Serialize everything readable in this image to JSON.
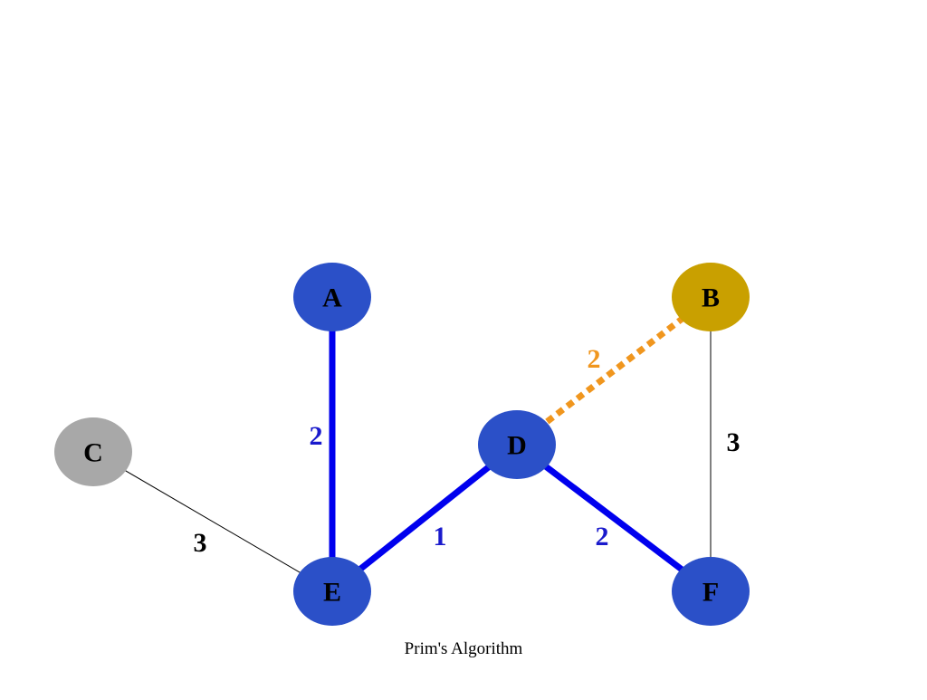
{
  "diagram": {
    "caption": "Prim's Algorithm",
    "colors": {
      "tree_node": "#2b50c8",
      "tree_edge": "#0000ee",
      "tree_weight": "#1a1acc",
      "candidate_node": "#c9a000",
      "candidate_edge": "#f0961e",
      "candidate_weight": "#f0961e",
      "unvisited_node": "#a8a8a8",
      "plain_edge": "#000000",
      "plain_weight": "#000000"
    },
    "nodes": [
      {
        "id": "A",
        "label": "A",
        "state": "tree"
      },
      {
        "id": "B",
        "label": "B",
        "state": "candidate"
      },
      {
        "id": "C",
        "label": "C",
        "state": "unvisited"
      },
      {
        "id": "D",
        "label": "D",
        "state": "tree"
      },
      {
        "id": "E",
        "label": "E",
        "state": "tree"
      },
      {
        "id": "F",
        "label": "F",
        "state": "tree"
      }
    ],
    "edges": [
      {
        "from": "A",
        "to": "E",
        "weight": "2",
        "state": "tree"
      },
      {
        "from": "E",
        "to": "D",
        "weight": "1",
        "state": "tree"
      },
      {
        "from": "D",
        "to": "F",
        "weight": "2",
        "state": "tree"
      },
      {
        "from": "D",
        "to": "B",
        "weight": "2",
        "state": "candidate"
      },
      {
        "from": "C",
        "to": "E",
        "weight": "3",
        "state": "plain"
      },
      {
        "from": "B",
        "to": "F",
        "weight": "3",
        "state": "plain"
      }
    ]
  }
}
